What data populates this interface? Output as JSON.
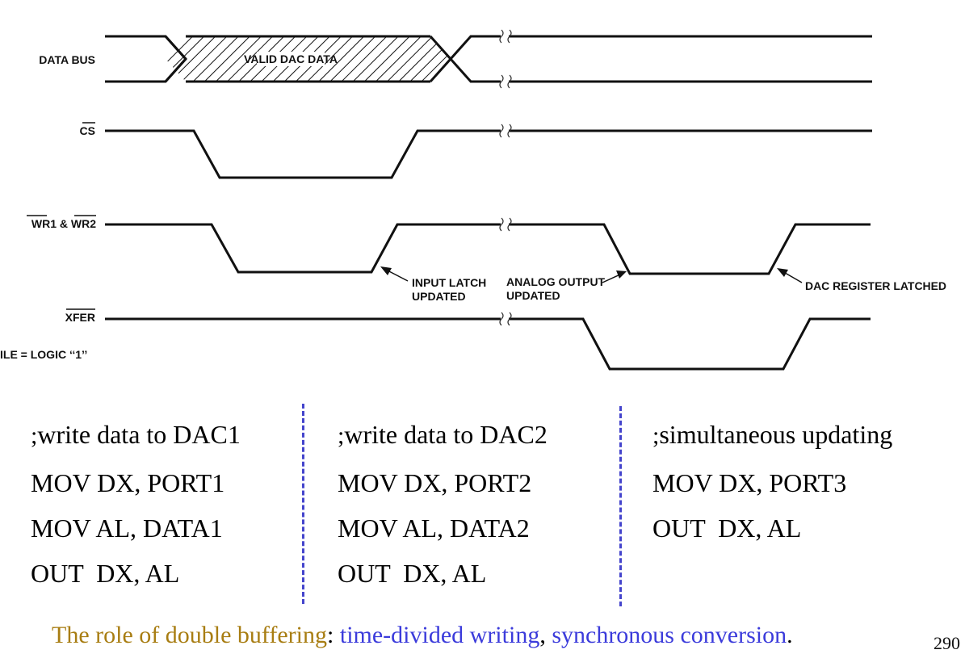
{
  "timing": {
    "signals": {
      "data_bus": "DATA BUS",
      "cs": "CS",
      "wr": "WR1 & WR2",
      "xfer": "XFER",
      "ile": "ILE = LOGIC ‘‘1’’"
    },
    "valid_label": "VALID DAC DATA",
    "annotations": {
      "input_latch_1": "INPUT LATCH",
      "input_latch_2": "UPDATED",
      "analog_output_1": "ANALOG OUTPUT",
      "analog_output_2": "UPDATED",
      "dac_register": "DAC REGISTER LATCHED"
    }
  },
  "code": {
    "columns": [
      {
        "comment_semi": ";",
        "comment": "write data to DAC1",
        "lines": [
          "MOV DX, PORT1",
          "MOV AL, DATA1",
          "OUT  DX, AL"
        ]
      },
      {
        "comment_semi": ";",
        "comment": "write data to DAC2",
        "lines": [
          "MOV DX, PORT2",
          "MOV AL, DATA2",
          "OUT  DX, AL"
        ]
      },
      {
        "comment_semi": ";",
        "comment": "simultaneous updating",
        "lines": [
          "MOV DX, PORT3",
          "OUT  DX, AL"
        ]
      }
    ]
  },
  "caption": {
    "lead": "The role of double buffering",
    "colon": ":",
    "part1": "time-divided writing",
    "comma": ",",
    "part2": "synchronous conversion",
    "period": "."
  },
  "page_number": "290",
  "colors": {
    "caption_lead": "#a87d12",
    "caption_terms": "#3b3bdb",
    "separator": "#4444cc"
  }
}
